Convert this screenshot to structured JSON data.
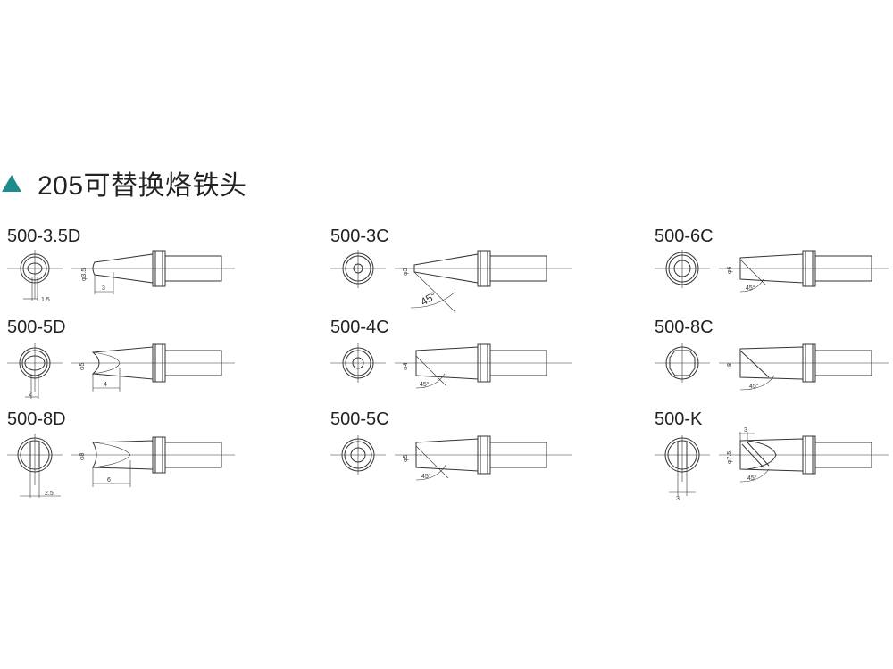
{
  "header": {
    "title": "205可替换烙铁头",
    "accent_color": "#1f8c8c"
  },
  "tips": [
    {
      "model": "500-3.5D",
      "dims": [
        "φ3.5",
        "3",
        "1.5"
      ]
    },
    {
      "model": "500-5D",
      "dims": [
        "φ5",
        "4",
        "2"
      ]
    },
    {
      "model": "500-8D",
      "dims": [
        "φ8",
        "6",
        "2.5"
      ]
    },
    {
      "model": "500-3C",
      "dims": [
        "φ3",
        "45°"
      ]
    },
    {
      "model": "500-4C",
      "dims": [
        "φ4",
        "45°"
      ]
    },
    {
      "model": "500-5C",
      "dims": [
        "φ5",
        "45°"
      ]
    },
    {
      "model": "500-6C",
      "dims": [
        "φ6",
        "45°"
      ]
    },
    {
      "model": "500-8C",
      "dims": [
        "8",
        "45°"
      ]
    },
    {
      "model": "500-K",
      "dims": [
        "φ7.5",
        "3",
        "45°",
        "3"
      ]
    }
  ]
}
